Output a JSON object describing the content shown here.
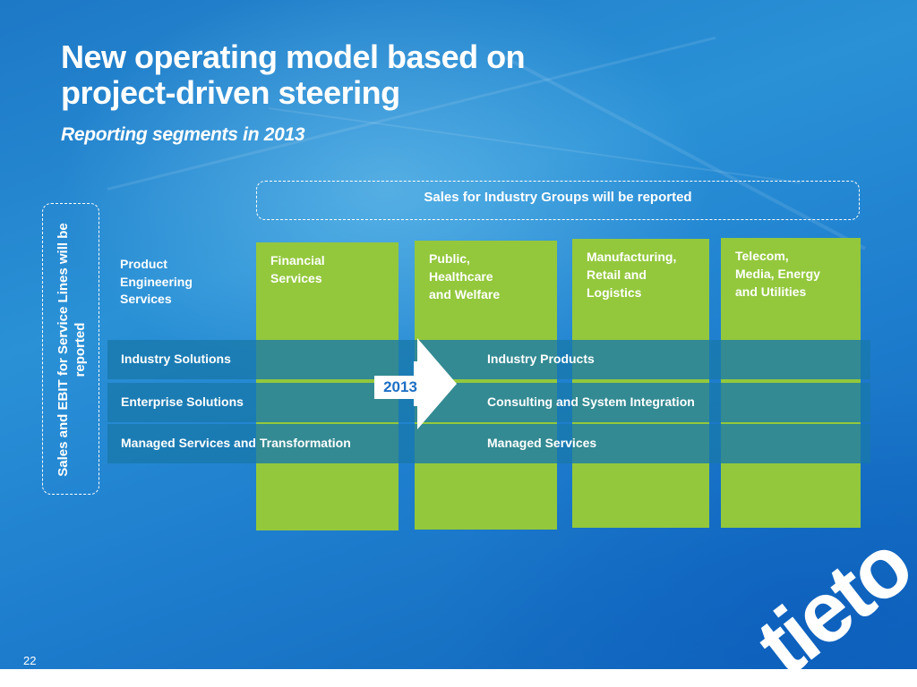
{
  "slide": {
    "title_line1": "New operating model  based on",
    "title_line2": "project-driven steering",
    "subtitle": "Reporting segments in 2013",
    "top_bracket_label": "Sales for Industry Groups will be reported",
    "left_bracket_label": "Sales and EBIT for Service Lines will be reported",
    "pes_label": "Product\nEngineering\nServices",
    "columns": [
      {
        "label": "Financial\nServices"
      },
      {
        "label": "Public,\nHealthcare\nand Welfare"
      },
      {
        "label": "Manufacturing,\nRetail and\nLogistics"
      },
      {
        "label": "Telecom,\nMedia, Energy\nand Utilities"
      }
    ],
    "rows": [
      {
        "left": "Industry Solutions",
        "right": "Industry Products"
      },
      {
        "left": "Enterprise Solutions",
        "right": "Consulting and System Integration"
      },
      {
        "left": "Managed Services and Transformation",
        "right": "Managed Services"
      }
    ],
    "year": "2013",
    "page_number": "22",
    "logo_text": "tieto"
  },
  "colors": {
    "background": "#1f7fcf",
    "column_green": "#93c83c",
    "row_band": "#1878aa",
    "text": "#ffffff"
  }
}
